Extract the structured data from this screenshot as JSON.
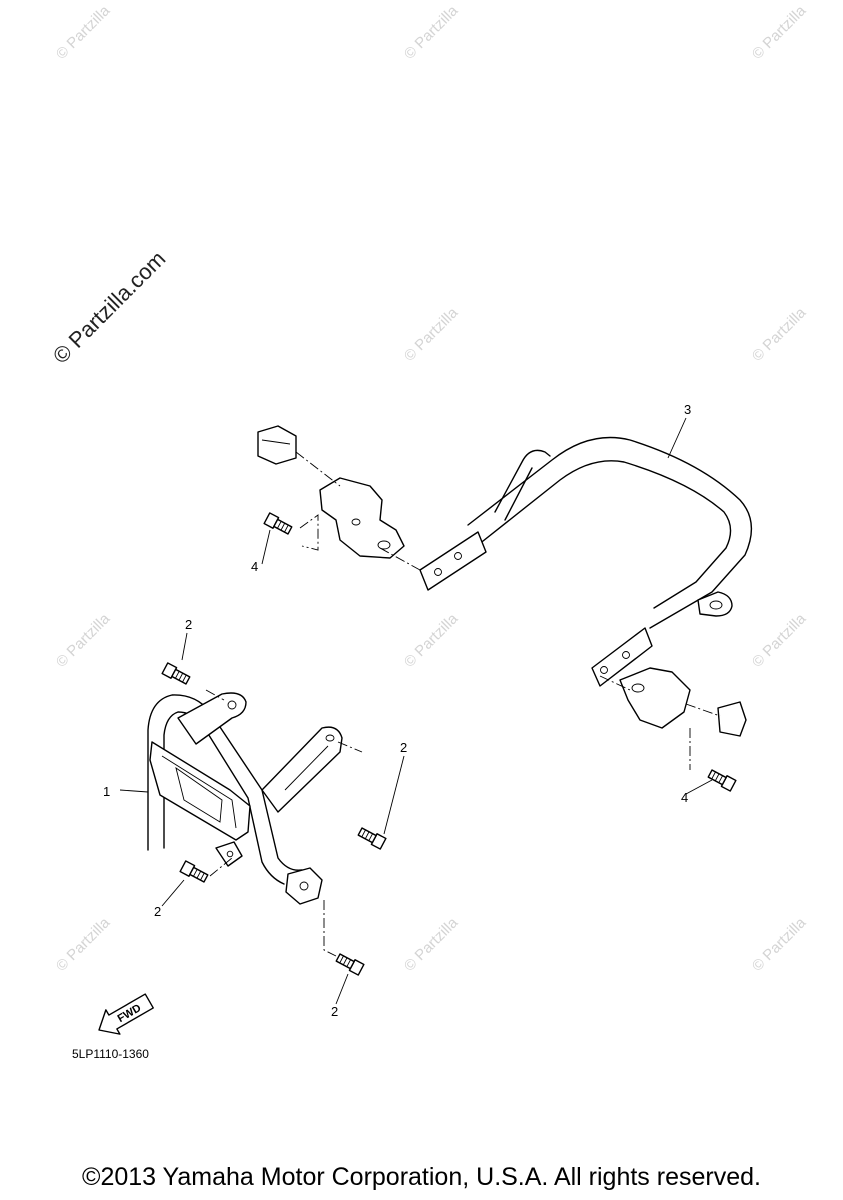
{
  "watermarks": {
    "small_text": "© Partzilla",
    "large_text": "© Partzilla.com"
  },
  "callouts": [
    "1",
    "2",
    "2",
    "2",
    "2",
    "3",
    "4",
    "4"
  ],
  "fwd_label": "FWD",
  "part_number": "5LP1110-1360",
  "copyright": "©2013 Yamaha Motor Corporation, U.S.A. All rights reserved."
}
